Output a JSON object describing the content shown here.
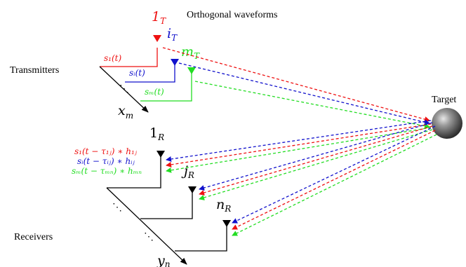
{
  "title": "Orthogonal waveforms",
  "labels": {
    "transmitters": "Transmitters",
    "receivers": "Receivers",
    "target": "Target"
  },
  "transmitters": {
    "antenna_1": "1",
    "antenna_1_sub": "T",
    "antenna_i": "i",
    "antenna_i_sub": "T",
    "antenna_m": "m",
    "antenna_m_sub": "T",
    "signal_1": "s₁(t)",
    "signal_i": "sᵢ(t)",
    "signal_m": "sₘ(t)",
    "dots": "⋱",
    "axis_var": "x",
    "axis_sub": "m"
  },
  "receivers": {
    "antenna_1": "1",
    "antenna_1_sub": "R",
    "antenna_j": "j",
    "antenna_j_sub": "R",
    "antenna_n": "n",
    "antenna_n_sub": "R",
    "eq_1": "s₁(t − τ₁ⱼ) ∗ h₁ⱼ",
    "eq_2": "sᵢ(t − τᵢⱼ) ∗ hᵢⱼ",
    "eq_3": "sₘ(t − τₘₙ) ∗ hₘₙ",
    "dots_1": "⋱",
    "dots_2": "⋱",
    "axis_var": "y",
    "axis_sub": "n"
  },
  "colors": {
    "red": "#ee1111",
    "blue": "#1111cc",
    "green": "#22dd22",
    "black": "#000000"
  }
}
